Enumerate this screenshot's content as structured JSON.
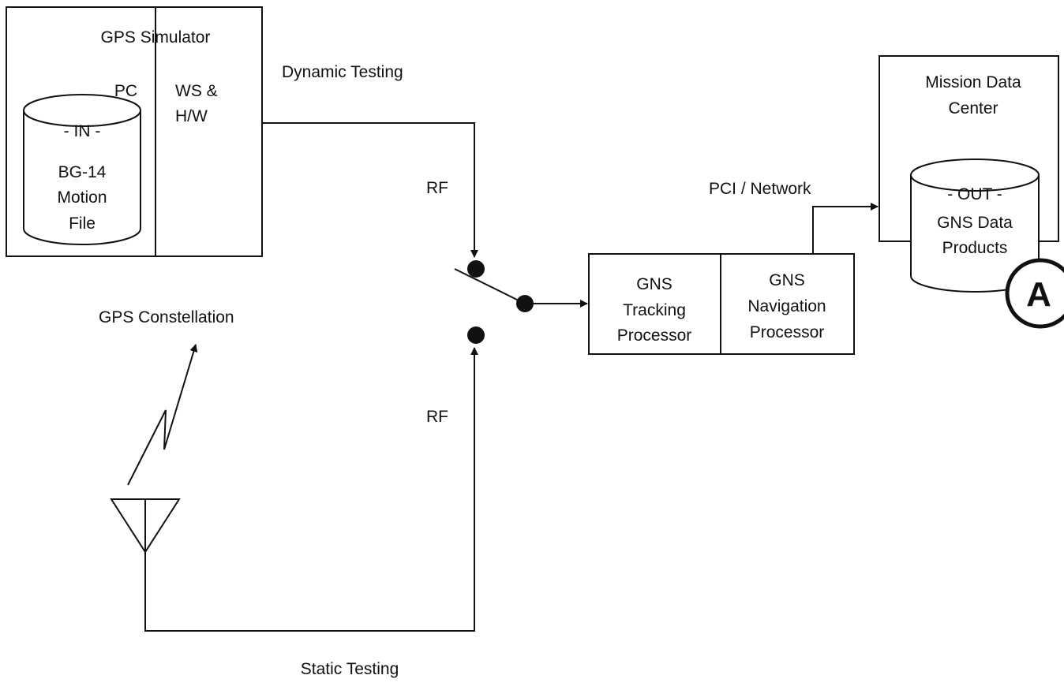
{
  "gps_simulator": {
    "title": "GPS Simulator",
    "pc_label": "PC",
    "ws_label_line1": "WS &",
    "ws_label_line2": "H/W",
    "input_db": {
      "tag": "- IN -",
      "line1": "BG-14",
      "line2": "Motion",
      "line3": "File"
    }
  },
  "dynamic_testing_label": "Dynamic Testing",
  "static_testing_label": "Static Testing",
  "rf_top_label": "RF",
  "rf_bottom_label": "RF",
  "gps_constellation_label": "GPS Constellation",
  "gns_tracking": {
    "line1": "GNS",
    "line2": "Tracking",
    "line3": "Processor"
  },
  "gns_navigation": {
    "line1": "GNS",
    "line2": "Navigation",
    "line3": "Processor"
  },
  "link_label": "PCI / Network",
  "mission_data_center": {
    "title_line1": "Mission Data",
    "title_line2": "Center",
    "output_db": {
      "tag": "- OUT -",
      "line1": "GNS Data",
      "line2": "Products"
    }
  },
  "badge_letter": "A"
}
